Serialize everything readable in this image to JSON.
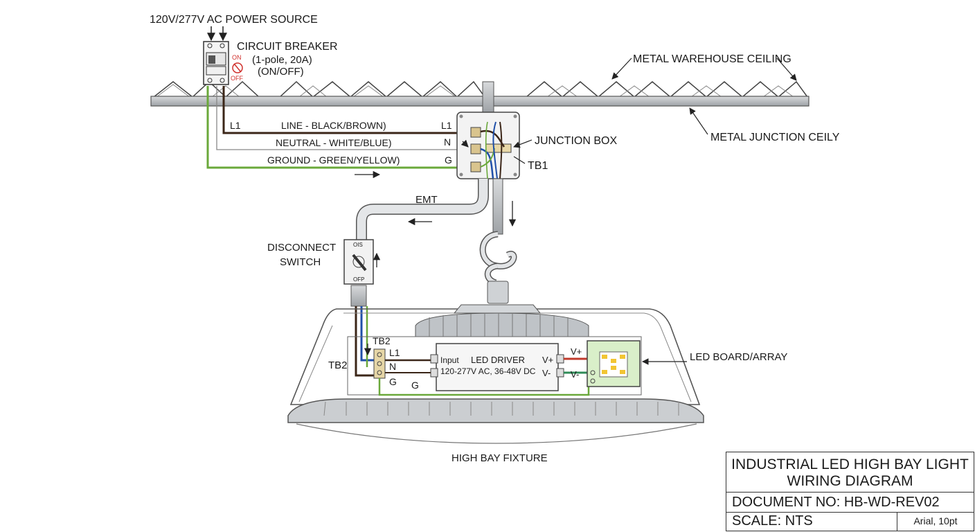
{
  "labels": {
    "power_source": "120V/277V AC POWER SOURCE",
    "breaker_title": "CIRCUIT BREAKER",
    "breaker_rating": "(1-pole, 20A)",
    "breaker_state": "(ON/OFF)",
    "breaker_on": "ON",
    "breaker_off": "OFF",
    "ceiling": "METAL WAREHOUSE CEILING",
    "junction_ceiling": "METAL JUNCTION CEILY",
    "junction_box": "JUNCTION BOX",
    "tb1": "TB1",
    "line_wire": "LINE - BLACK/BROWN)",
    "neutral_wire": "NEUTRAL - WHITE/BLUE)",
    "ground_wire": "GROUND -  GREEN/YELLOW)",
    "l1_left": "L1",
    "l1_right": "L1",
    "n_term": "N",
    "g_term": "G",
    "emt": "EMT",
    "disconnect_1": "DISCONNECT",
    "disconnect_2": "SWITCH",
    "switch_on": "OIS",
    "switch_off": "OFP",
    "tb2_top": "TB2",
    "tb2_left": "TB2",
    "tb2_l1": "L1",
    "tb2_n": "N",
    "tb2_g": "G",
    "g_lower": "G",
    "driver_input": "Input",
    "driver_title": "LED DRIVER",
    "driver_spec": "120-277V AC, 36-48V DC",
    "v_plus_in": "V+",
    "v_minus_in": "V-",
    "v_plus_out": "V+",
    "v_minus_out": "V-",
    "led_board": "LED BOARD/ARRAY",
    "fixture": "HIGH BAY FIXTURE"
  },
  "title_block": {
    "title_line1": "INDUSTRIAL LED HIGH BAY LIGHT",
    "title_line2": "WIRING DIAGRAM",
    "document_no": "DOCUMENT NO: HB-WD-REV02",
    "scale": "SCALE: NTS",
    "font_note": "Arial, 10pt"
  },
  "colors": {
    "line_wire": "#3b2618",
    "neutral_wire": "#1f4fa8",
    "ground_wire": "#6aa83a",
    "v_plus": "#c0392b",
    "v_minus": "#2e8b57",
    "breaker_red": "#d0312d",
    "steel": "#b9bcc0"
  }
}
